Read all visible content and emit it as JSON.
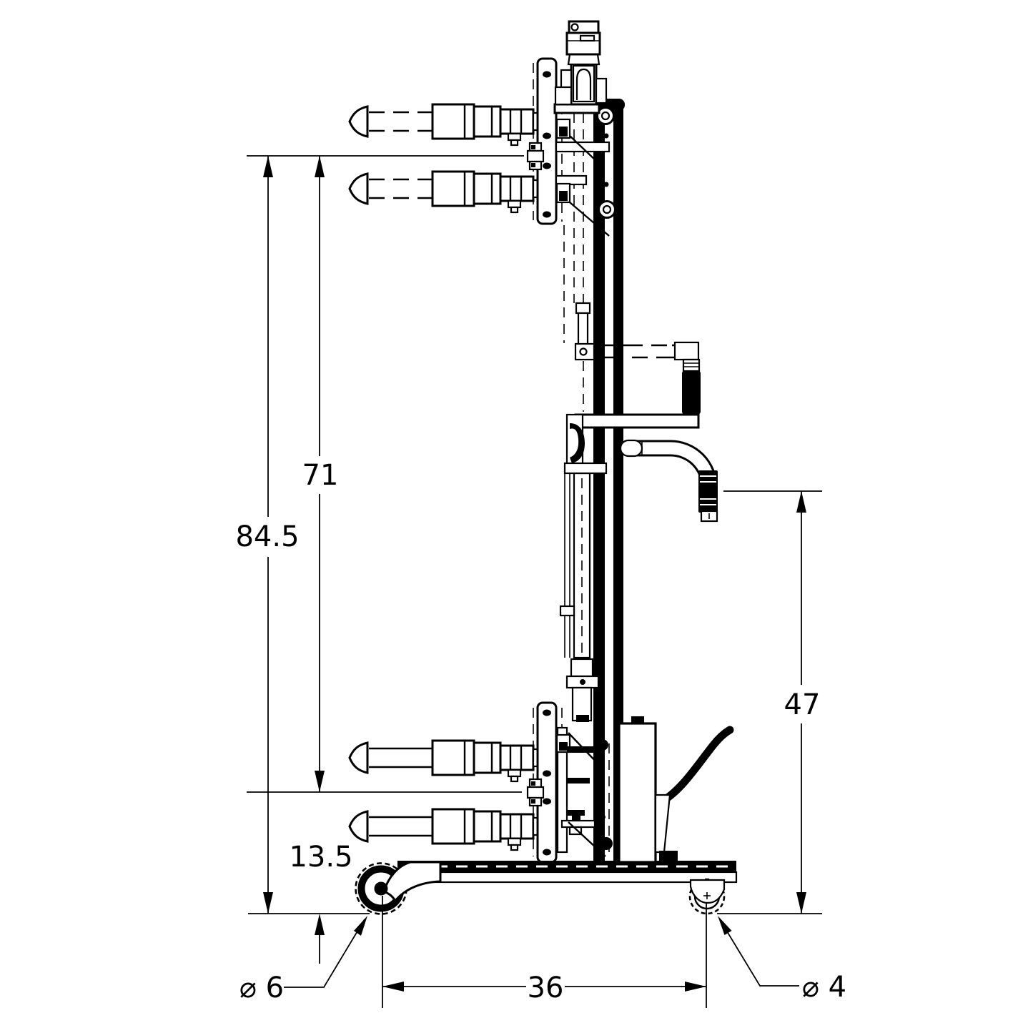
{
  "drawing": {
    "background": "#ffffff",
    "ink": "#000000",
    "dimensions": {
      "overall_height": "84.5",
      "fork_raised_height": "71",
      "fork_lowered_height": "13.5",
      "handle_height": "47",
      "base_length": "36",
      "front_caster_diameter": "⌀ 6",
      "rear_wheel_diameter": "⌀ 4"
    }
  }
}
